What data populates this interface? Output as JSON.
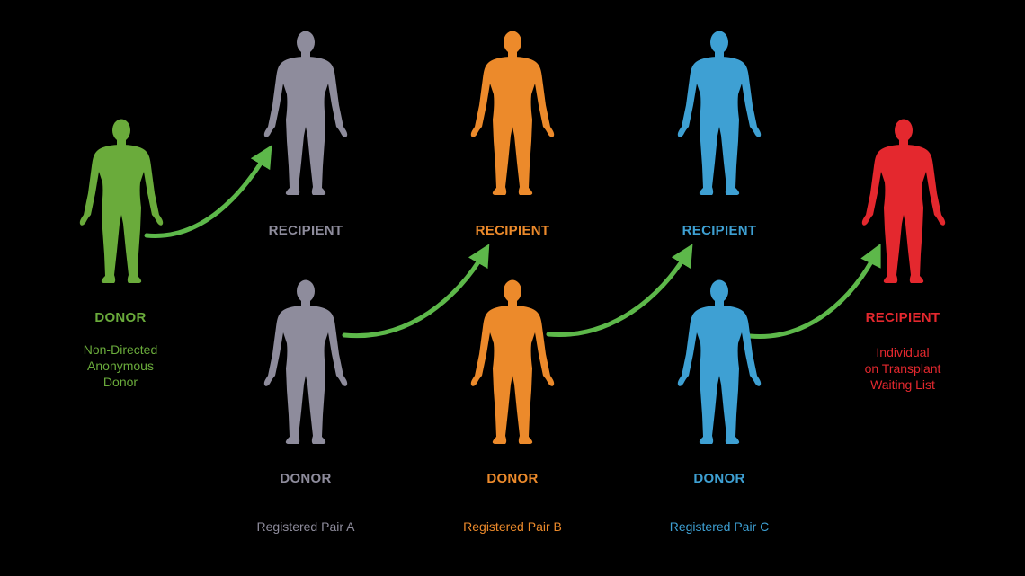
{
  "colors": {
    "green": "#6aab3b",
    "gray": "#8e8c9c",
    "orange": "#ec8a2b",
    "blue": "#3ea0d3",
    "red": "#e4282e",
    "arrow": "#5db84a",
    "background": "#000000"
  },
  "nodes": {
    "ndd": {
      "label": "DONOR",
      "desc": "Non-Directed\nAnonymous\nDonor",
      "color": "green"
    },
    "recipient_a": {
      "label": "RECIPIENT",
      "color": "gray"
    },
    "recipient_b": {
      "label": "RECIPIENT",
      "color": "orange"
    },
    "recipient_c": {
      "label": "RECIPIENT",
      "color": "blue"
    },
    "donor_a": {
      "label": "DONOR",
      "color": "gray"
    },
    "donor_b": {
      "label": "DONOR",
      "color": "orange"
    },
    "donor_c": {
      "label": "DONOR",
      "color": "blue"
    },
    "final": {
      "label": "RECIPIENT",
      "desc": "Individual\non Transplant\nWaiting List",
      "color": "red"
    }
  },
  "pairs": {
    "a": "Registered Pair A",
    "b": "Registered Pair B",
    "c": "Registered Pair C"
  },
  "icons": {
    "person": "person-silhouette-icon",
    "arrow": "curved-arrow-icon"
  }
}
